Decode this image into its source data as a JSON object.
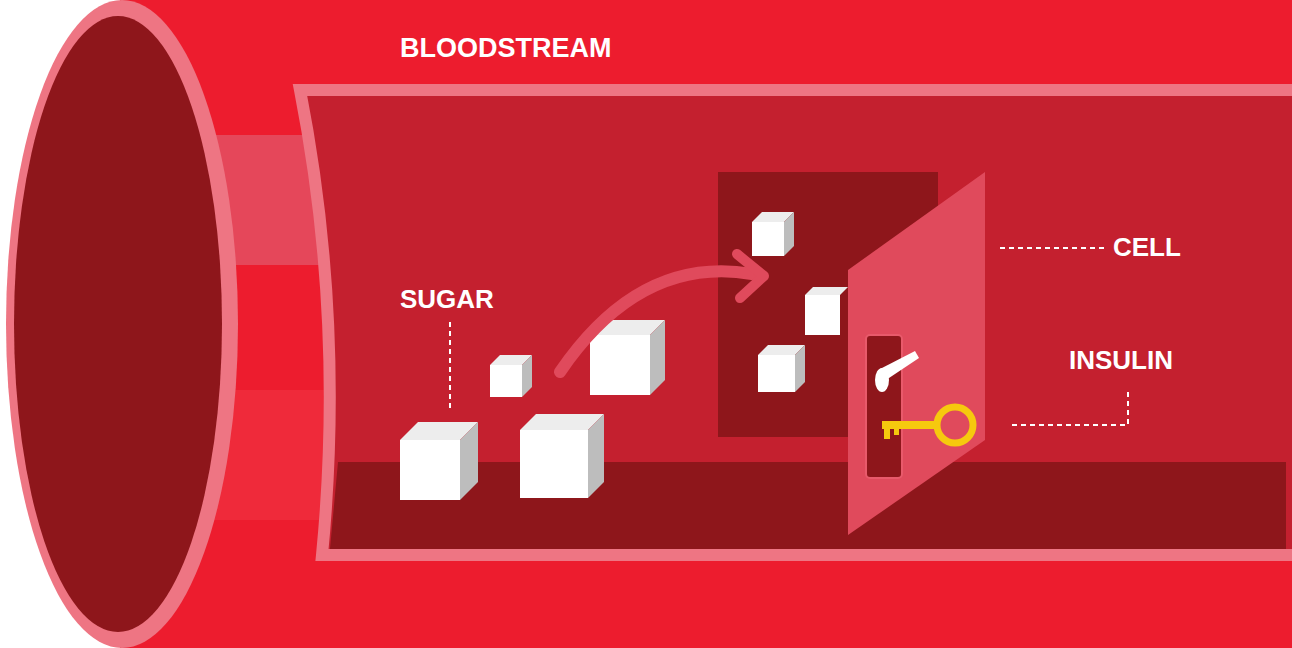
{
  "diagram": {
    "labels": [
      "BLOODSTREAM",
      "SUGAR",
      "CELL",
      "INSULIN"
    ]
  }
}
